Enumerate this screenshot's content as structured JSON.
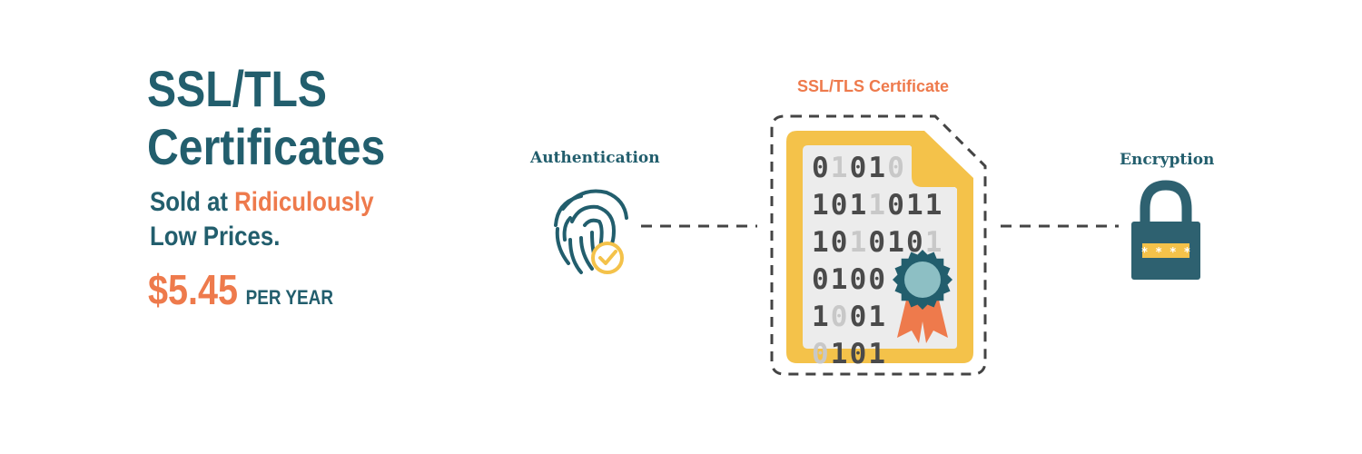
{
  "headline": {
    "line1": "SSL/TLS",
    "line2": "Certificates"
  },
  "subheadline": {
    "part1": "Sold at ",
    "accent": "Ridiculously",
    "line2": "Low Prices."
  },
  "price": {
    "amount": "$5.45",
    "unit": "PER YEAR"
  },
  "diagram": {
    "certificate_label": "SSL/TLS Certificate",
    "authentication_label": "Authentication",
    "encryption_label": "Encryption",
    "binary_rows": [
      [
        [
          "0",
          "d"
        ],
        [
          "1",
          "l"
        ],
        [
          "0",
          "d"
        ],
        [
          "1",
          "d"
        ],
        [
          "0",
          "l"
        ]
      ],
      [
        [
          "1",
          "d"
        ],
        [
          "0",
          "d"
        ],
        [
          "1",
          "d"
        ],
        [
          "1",
          "l"
        ],
        [
          "0",
          "d"
        ],
        [
          "1",
          "d"
        ],
        [
          "1",
          "d"
        ]
      ],
      [
        [
          "1",
          "d"
        ],
        [
          "0",
          "d"
        ],
        [
          "1",
          "l"
        ],
        [
          "0",
          "d"
        ],
        [
          "1",
          "d"
        ],
        [
          "0",
          "d"
        ],
        [
          "1",
          "l"
        ]
      ],
      [
        [
          "0",
          "d"
        ],
        [
          "1",
          "d"
        ],
        [
          "0",
          "d"
        ],
        [
          "0",
          "d"
        ]
      ],
      [
        [
          "1",
          "d"
        ],
        [
          "0",
          "l"
        ],
        [
          "0",
          "d"
        ],
        [
          "1",
          "d"
        ]
      ],
      [
        [
          "0",
          "l"
        ],
        [
          "1",
          "d"
        ],
        [
          "0",
          "d"
        ],
        [
          "1",
          "d"
        ]
      ]
    ],
    "password_mask": "* * * *"
  },
  "colors": {
    "teal": "#225e6d",
    "orange": "#ee7a4c",
    "gold": "#f4c24a",
    "paper": "#ececec",
    "seal_light": "#8dbfc4",
    "ribbon": "#ee7a4c",
    "dash": "#444444"
  }
}
